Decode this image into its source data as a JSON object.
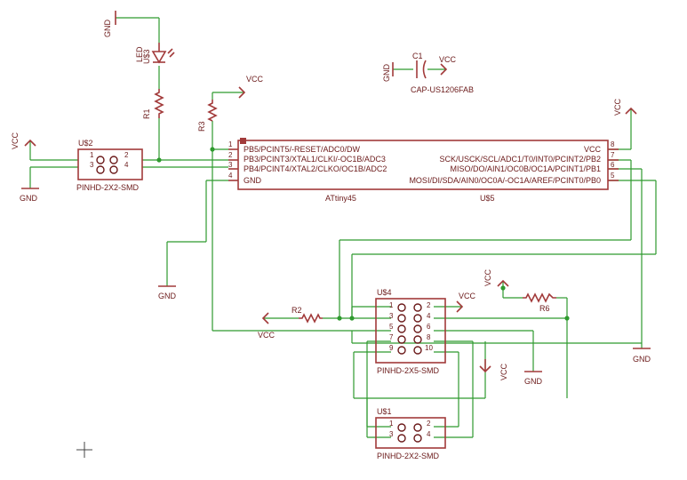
{
  "labels": {
    "gnd": "GND",
    "vcc": "VCC",
    "led_value": "LED",
    "led_name": "U$3",
    "r1": "R1",
    "r2": "R2",
    "r3": "R3",
    "r6": "R6",
    "c1": "C1",
    "c1_value": "CAP-US1206FAB"
  },
  "chip": {
    "name": "U$5",
    "value": "ATtiny45",
    "left_pins": [
      "PB5/PCINT5/-RESET/ADC0/DW",
      "PB3/PCINT3/XTAL1/CLKI/-OC1B/ADC3",
      "PB4/PCINT4/XTAL2/CLKO/OC1B/ADC2",
      "GND"
    ],
    "left_nums": [
      "1",
      "2",
      "3",
      "4"
    ],
    "right_pins": [
      "VCC",
      "SCK/USCK/SCL/ADC1/T0/INT0/PCINT2/PB2",
      "MISO/DO/AIN1/OC0B/OC1A/PCINT1/PB1",
      "MOSI/DI/SDA/AIN0/OC0A/-OC1A/AREF/PCINT0/PB0"
    ],
    "right_nums": [
      "8",
      "7",
      "6",
      "5"
    ]
  },
  "headers": {
    "u2": {
      "name": "U$2",
      "value": "PINHD-2X2-SMD",
      "pins_left": [
        "1",
        "3"
      ],
      "pins_right": [
        "2",
        "4"
      ]
    },
    "u4": {
      "name": "U$4",
      "value": "PINHD-2X5-SMD",
      "pins_left": [
        "1",
        "3",
        "5",
        "7",
        "9"
      ],
      "pins_right": [
        "2",
        "4",
        "6",
        "8",
        "10"
      ]
    },
    "u1": {
      "name": "U$1",
      "value": "PINHD-2X2-SMD",
      "pins_left": [
        "1",
        "3"
      ],
      "pins_right": [
        "2",
        "4"
      ]
    }
  }
}
